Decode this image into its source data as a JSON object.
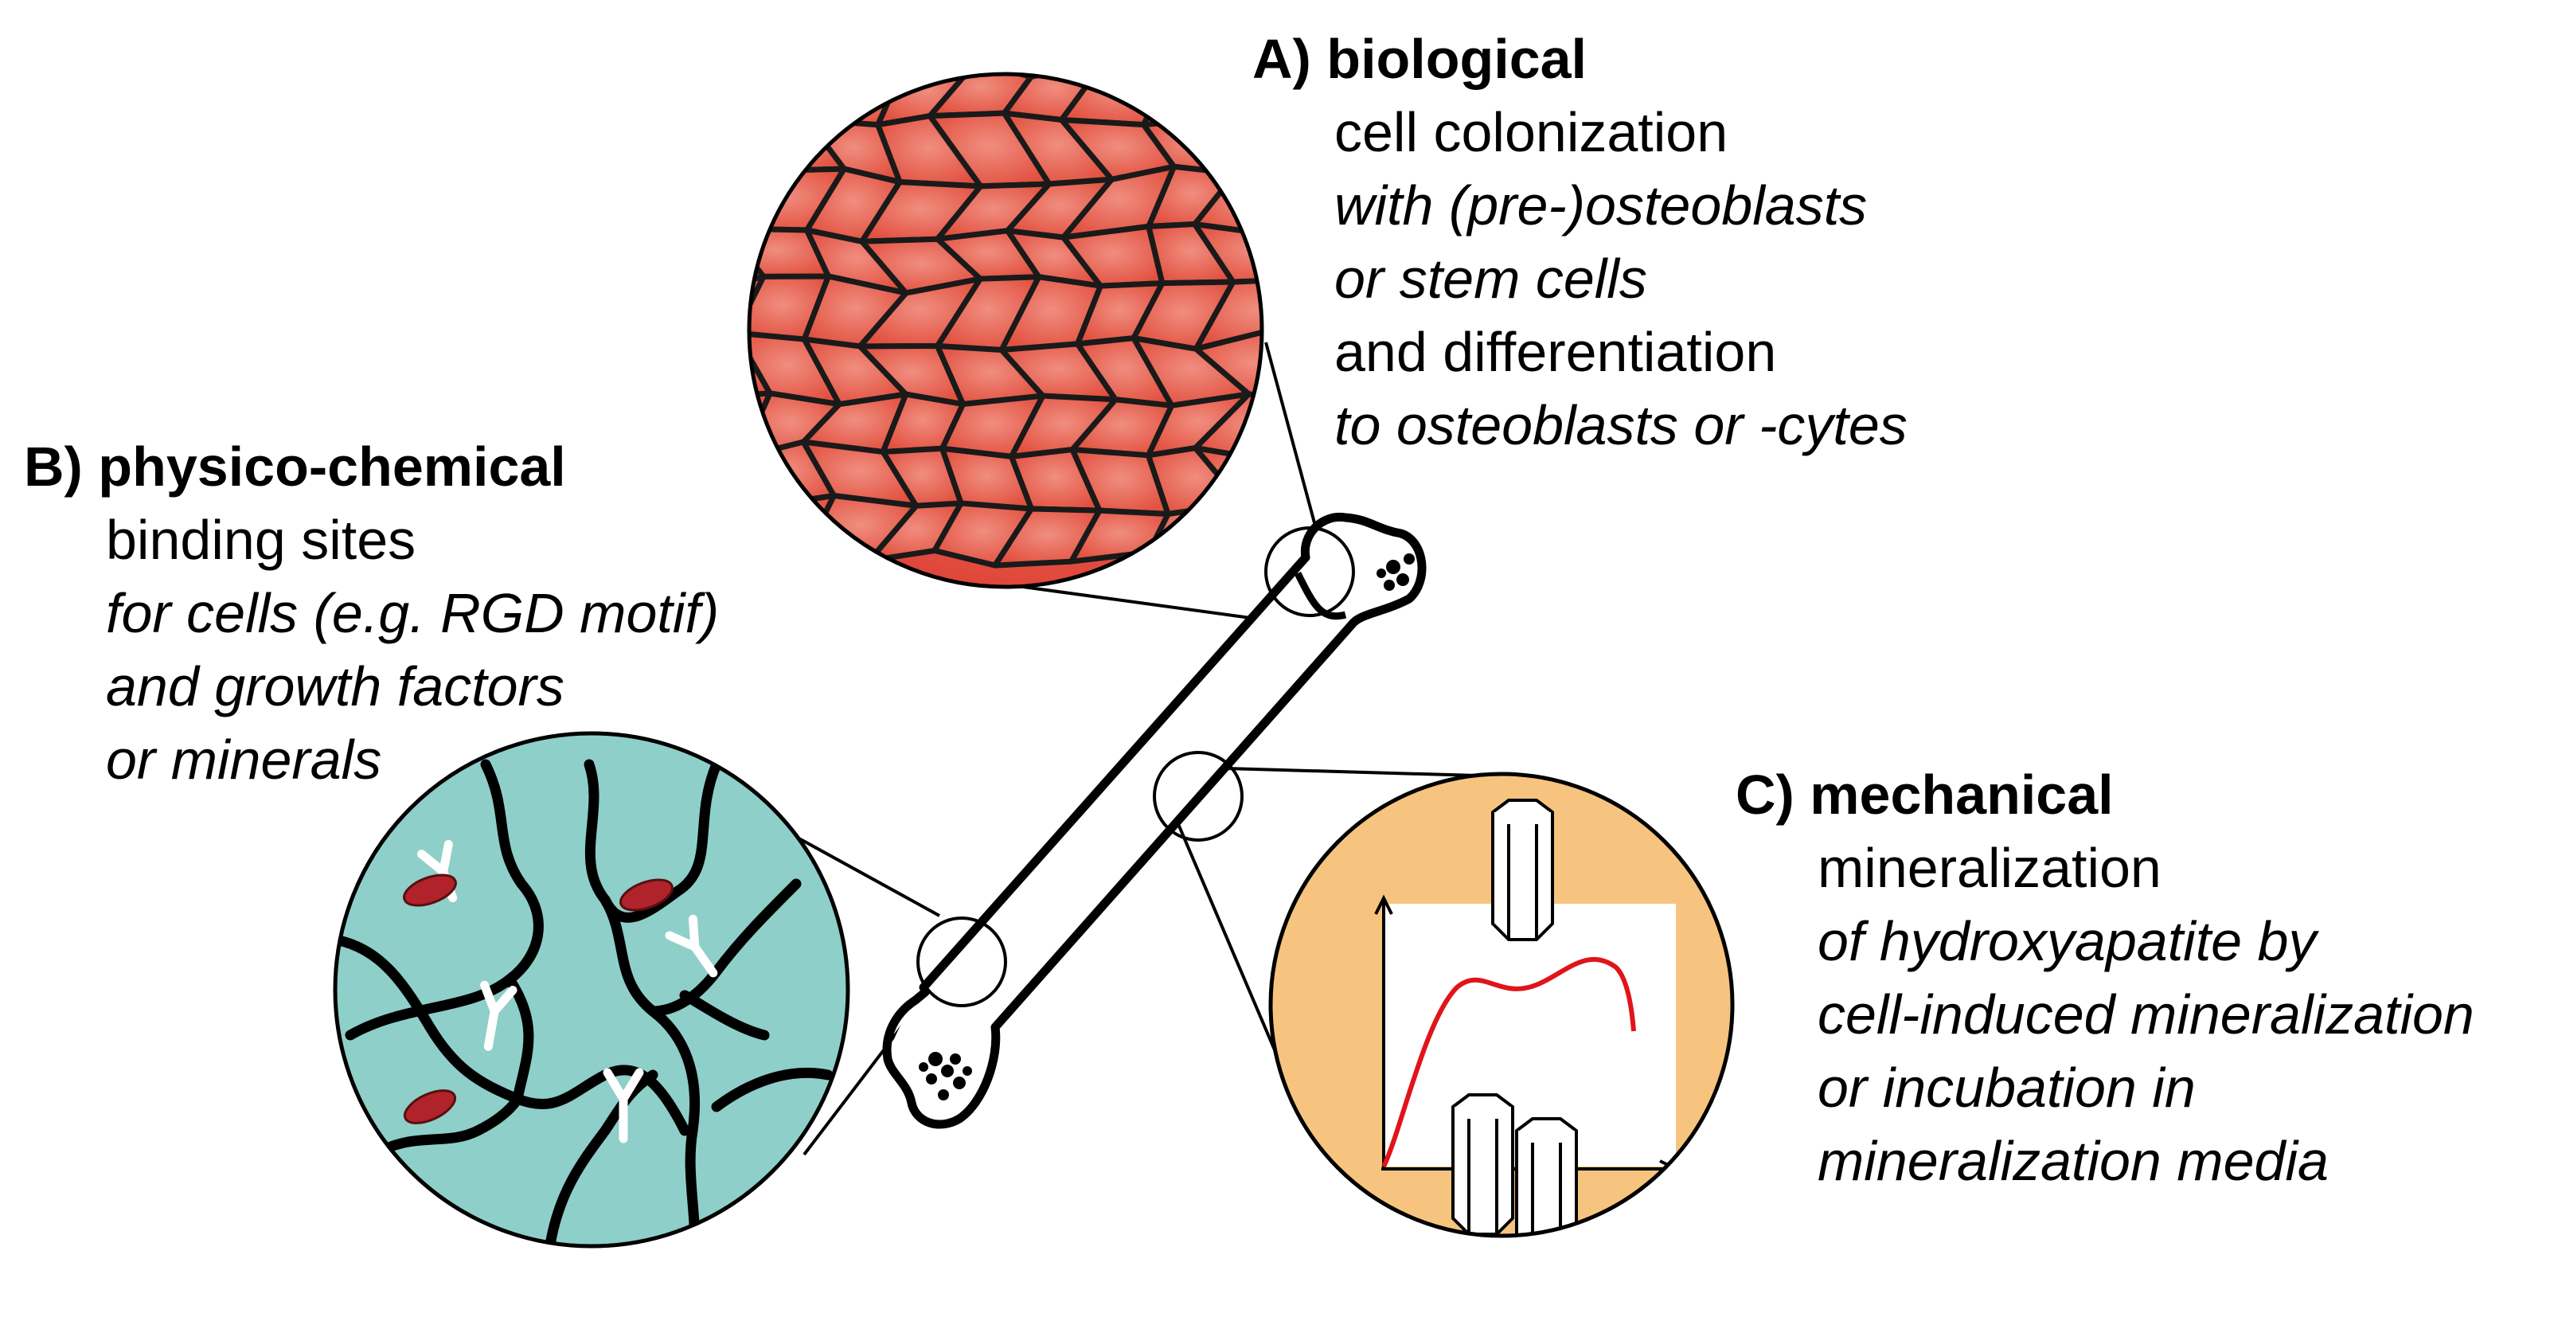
{
  "colors": {
    "cells_fill": "#e8584a",
    "cells_highlight": "#f28a7d",
    "matrix_fill": "#8ecfc9",
    "binding_site": "#ffffff",
    "growth_factor": "#b0232a",
    "mechanical_fill": "#f6c47e",
    "curve": "#e0141a",
    "outline": "#000000"
  },
  "icons": [
    "bone-icon",
    "cell-tissue-icon",
    "polymer-matrix-icon",
    "hydroxyapatite-crystal-icon",
    "mineralization-curve-icon"
  ],
  "sections": {
    "biological": {
      "heading": "A) biological",
      "lines": [
        {
          "text": "cell colonization",
          "italic": false
        },
        {
          "text": "with (pre-)osteoblasts",
          "italic": true
        },
        {
          "text": "or stem cells",
          "italic": true
        },
        {
          "text": "and differentiation",
          "italic": false
        },
        {
          "text": "to osteoblasts or -cytes",
          "italic": true
        }
      ]
    },
    "physico_chemical": {
      "heading": "B) physico-chemical",
      "lines": [
        {
          "text": "binding sites",
          "italic": false
        },
        {
          "text": "for cells (e.g. RGD motif)",
          "italic": true
        },
        {
          "text": "and growth factors",
          "italic": true
        },
        {
          "text": "or minerals",
          "italic": true
        }
      ]
    },
    "mechanical": {
      "heading": "C) mechanical",
      "lines": [
        {
          "text": "mineralization",
          "italic": false
        },
        {
          "text": "of hydroxyapatite by",
          "italic": true
        },
        {
          "text": "cell-induced mineralization",
          "italic": true
        },
        {
          "text": "or incubation in",
          "italic": true
        },
        {
          "text": "mineralization media",
          "italic": true
        }
      ]
    }
  }
}
